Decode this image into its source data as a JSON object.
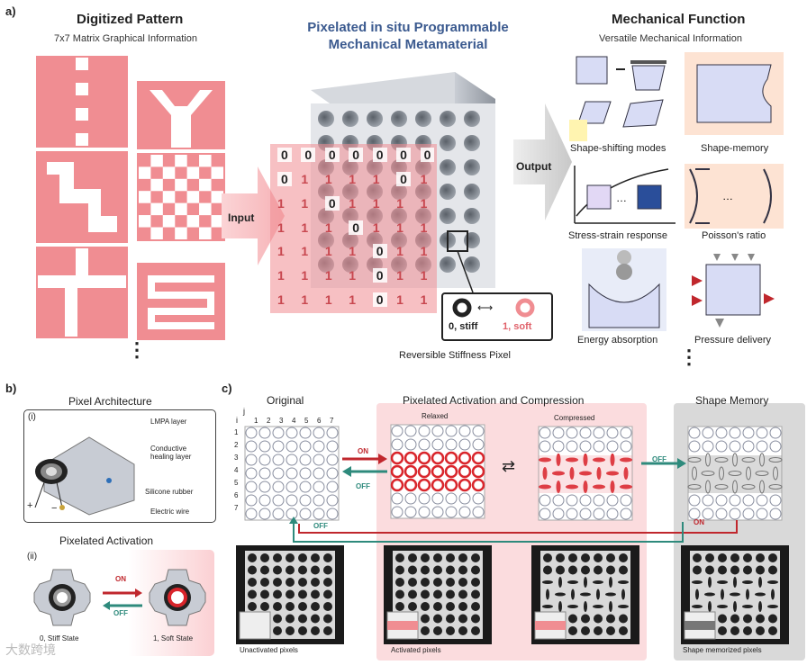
{
  "panel_a": {
    "letter": "a)",
    "left_title": "Digitized Pattern",
    "left_subtitle": "7x7 Matrix Graphical Information",
    "center_title_1": "Pixelated in situ Programmable",
    "center_title_2": "Mechanical Metamaterial",
    "input_label": "Input",
    "output_label": "Output",
    "right_title": "Mechanical Function",
    "right_subtitle": "Versatile Mechanical Information",
    "functions": [
      "Shape-shifting modes",
      "Shape-memory",
      "Stress-strain response",
      "Poisson's ratio",
      "Energy absorption",
      "Pressure delivery"
    ],
    "legend": {
      "stiff": "0, stiff",
      "soft": "1, soft",
      "caption": "Reversible Stiffness Pixel"
    },
    "matrix": [
      [
        "0",
        "0",
        "0",
        "0",
        "0",
        "0",
        "0"
      ],
      [
        "0",
        "1",
        "1",
        "1",
        "1",
        "0",
        "1"
      ],
      [
        "1",
        "1",
        "0",
        "1",
        "1",
        "1",
        "1"
      ],
      [
        "1",
        "1",
        "1",
        "0",
        "1",
        "1",
        "1"
      ],
      [
        "1",
        "1",
        "1",
        "1",
        "0",
        "1",
        "1"
      ],
      [
        "1",
        "1",
        "1",
        "1",
        "0",
        "1",
        "1"
      ],
      [
        "1",
        "1",
        "1",
        "1",
        "0",
        "1",
        "1"
      ]
    ],
    "ellipsis": "⋮"
  },
  "panel_b": {
    "letter": "b)",
    "title": "Pixel Architecture",
    "sub_i": "(i)",
    "layers": [
      "LMPA layer",
      "Conductive healing layer",
      "Silicone rubber",
      "Electric wire"
    ],
    "plus": "+",
    "minus": "−",
    "title2": "Pixelated Activation",
    "sub_ii": "(ii)",
    "on": "ON",
    "off": "OFF",
    "stiff_state": "0, Stiff State",
    "soft_state": "1, Soft State"
  },
  "panel_c": {
    "letter": "c)",
    "original": "Original",
    "activation_title": "Pixelated Activation and Compression",
    "shape_memory": "Shape Memory",
    "relaxed": "Relaxed",
    "compressed": "Compressed",
    "on": "ON",
    "off": "OFF",
    "i_label": "i",
    "j_label": "j",
    "col_numbers": [
      "1",
      "2",
      "3",
      "4",
      "5",
      "6",
      "7"
    ],
    "row_numbers": [
      "1",
      "2",
      "3",
      "4",
      "5",
      "6",
      "7"
    ],
    "photo_captions": [
      "Unactivated pixels",
      "Activated pixels",
      "Shape memorized pixels"
    ]
  },
  "watermark": "大数跨境",
  "colors": {
    "pink": "#f08d92",
    "red": "#d9252b",
    "teal": "#2e8a7c",
    "blue_title": "#3b5a8f"
  }
}
